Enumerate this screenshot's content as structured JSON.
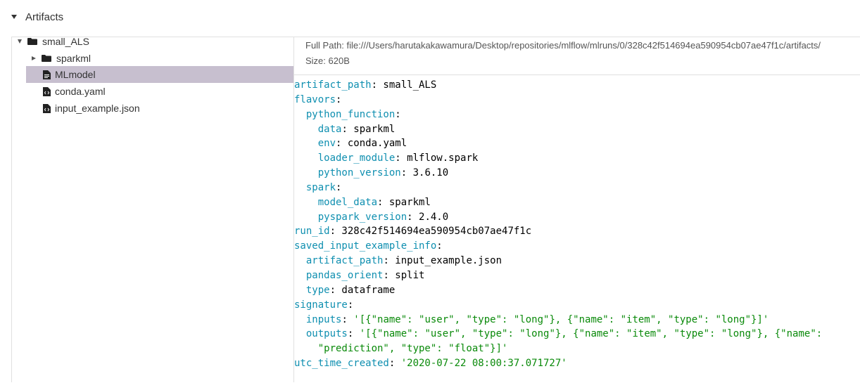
{
  "header": {
    "title": "Artifacts"
  },
  "tree": {
    "items": [
      {
        "label": "small_ALS",
        "type": "folder",
        "expanded": true,
        "depth": 0
      },
      {
        "label": "sparkml",
        "type": "folder",
        "expanded": false,
        "depth": 1
      },
      {
        "label": "MLmodel",
        "type": "file",
        "selected": true,
        "depth": 1
      },
      {
        "label": "conda.yaml",
        "type": "code-file",
        "depth": 1
      },
      {
        "label": "input_example.json",
        "type": "code-file",
        "depth": 1
      }
    ]
  },
  "meta": {
    "full_path_label": "Full Path:",
    "full_path_value": "file:///Users/harutakakawamura/Desktop/repositories/mlflow/mlruns/0/328c42f514694ea590954cb07ae47f1c/artifacts/",
    "size_label": "Size:",
    "size_value": "620B"
  },
  "yaml": {
    "lines": [
      [
        {
          "t": "k",
          "v": "artifact_path"
        },
        {
          "t": "p",
          "v": ": small_ALS"
        }
      ],
      [
        {
          "t": "k",
          "v": "flavors"
        },
        {
          "t": "p",
          "v": ":"
        }
      ],
      [
        {
          "t": "p",
          "v": "  "
        },
        {
          "t": "k",
          "v": "python_function"
        },
        {
          "t": "p",
          "v": ":"
        }
      ],
      [
        {
          "t": "p",
          "v": "    "
        },
        {
          "t": "k",
          "v": "data"
        },
        {
          "t": "p",
          "v": ": sparkml"
        }
      ],
      [
        {
          "t": "p",
          "v": "    "
        },
        {
          "t": "k",
          "v": "env"
        },
        {
          "t": "p",
          "v": ": conda.yaml"
        }
      ],
      [
        {
          "t": "p",
          "v": "    "
        },
        {
          "t": "k",
          "v": "loader_module"
        },
        {
          "t": "p",
          "v": ": mlflow.spark"
        }
      ],
      [
        {
          "t": "p",
          "v": "    "
        },
        {
          "t": "k",
          "v": "python_version"
        },
        {
          "t": "p",
          "v": ": 3.6.10"
        }
      ],
      [
        {
          "t": "p",
          "v": "  "
        },
        {
          "t": "k",
          "v": "spark"
        },
        {
          "t": "p",
          "v": ":"
        }
      ],
      [
        {
          "t": "p",
          "v": "    "
        },
        {
          "t": "k",
          "v": "model_data"
        },
        {
          "t": "p",
          "v": ": sparkml"
        }
      ],
      [
        {
          "t": "p",
          "v": "    "
        },
        {
          "t": "k",
          "v": "pyspark_version"
        },
        {
          "t": "p",
          "v": ": 2.4.0"
        }
      ],
      [
        {
          "t": "k",
          "v": "run_id"
        },
        {
          "t": "p",
          "v": ": 328c42f514694ea590954cb07ae47f1c"
        }
      ],
      [
        {
          "t": "k",
          "v": "saved_input_example_info"
        },
        {
          "t": "p",
          "v": ":"
        }
      ],
      [
        {
          "t": "p",
          "v": "  "
        },
        {
          "t": "k",
          "v": "artifact_path"
        },
        {
          "t": "p",
          "v": ": input_example.json"
        }
      ],
      [
        {
          "t": "p",
          "v": "  "
        },
        {
          "t": "k",
          "v": "pandas_orient"
        },
        {
          "t": "p",
          "v": ": split"
        }
      ],
      [
        {
          "t": "p",
          "v": "  "
        },
        {
          "t": "k",
          "v": "type"
        },
        {
          "t": "p",
          "v": ": dataframe"
        }
      ],
      [
        {
          "t": "k",
          "v": "signature"
        },
        {
          "t": "p",
          "v": ":"
        }
      ],
      [
        {
          "t": "p",
          "v": "  "
        },
        {
          "t": "k",
          "v": "inputs"
        },
        {
          "t": "p",
          "v": ": "
        },
        {
          "t": "s",
          "v": "'[{\"name\": \"user\", \"type\": \"long\"}, {\"name\": \"item\", \"type\": \"long\"}]'"
        }
      ],
      [
        {
          "t": "p",
          "v": "  "
        },
        {
          "t": "k",
          "v": "outputs"
        },
        {
          "t": "p",
          "v": ": "
        },
        {
          "t": "s",
          "v": "'[{\"name\": \"user\", \"type\": \"long\"}, {\"name\": \"item\", \"type\": \"long\"}, {\"name\":"
        }
      ],
      [
        {
          "t": "s",
          "v": "    \"prediction\", \"type\": \"float\"}]'"
        }
      ],
      [
        {
          "t": "k",
          "v": "utc_time_created"
        },
        {
          "t": "p",
          "v": ": "
        },
        {
          "t": "s",
          "v": "'2020-07-22 08:00:37.071727'"
        }
      ]
    ]
  }
}
